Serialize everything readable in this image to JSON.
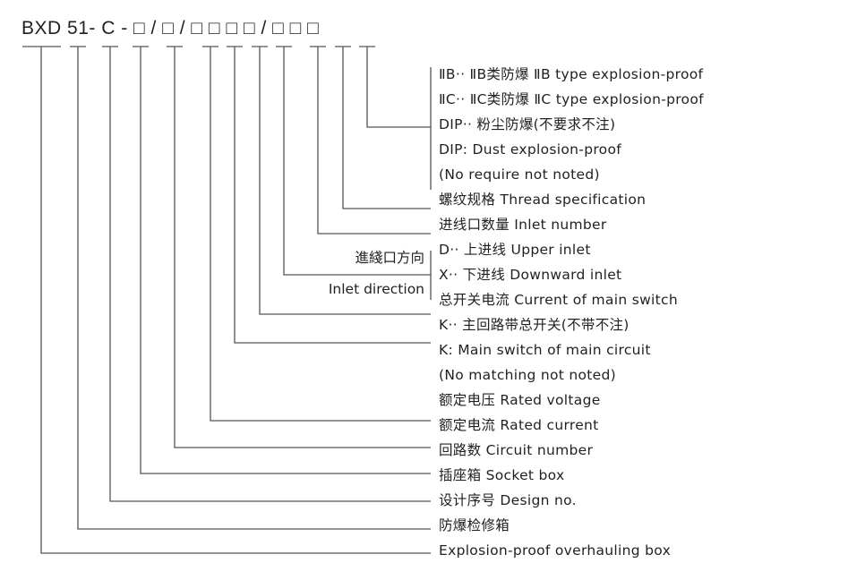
{
  "model_code": "BXD 51- C - □ / □ / □ □ □ □ / □ □ □",
  "rows": [
    "ⅡB··  ⅡB类防爆  ⅡB type explosion-proof",
    "ⅡC··  ⅡC类防爆  ⅡC type explosion-proof",
    "DIP··  粉尘防爆(不要求不注)",
    "DIP: Dust explosion-proof",
    "(No require not noted)",
    "螺纹规格  Thread specification",
    "进线口数量  Inlet number",
    "D··  上进线  Upper inlet",
    "X··  下进线  Downward inlet",
    "总开关电流 Current of main switch",
    "K··  主回路带总开关(不带不注)",
    "K: Main switch of main circuit",
    "(No matching not noted)",
    "额定电压  Rated voltage",
    "额定电流  Rated current",
    "回路数  Circuit number",
    "插座箱  Socket box",
    "设计序号  Design no.",
    "防爆检修箱",
    "Explosion-proof overhauling box"
  ],
  "inlet_direction": {
    "cn": "進綫口方向",
    "en": "Inlet direction"
  },
  "line_color": "#555555"
}
